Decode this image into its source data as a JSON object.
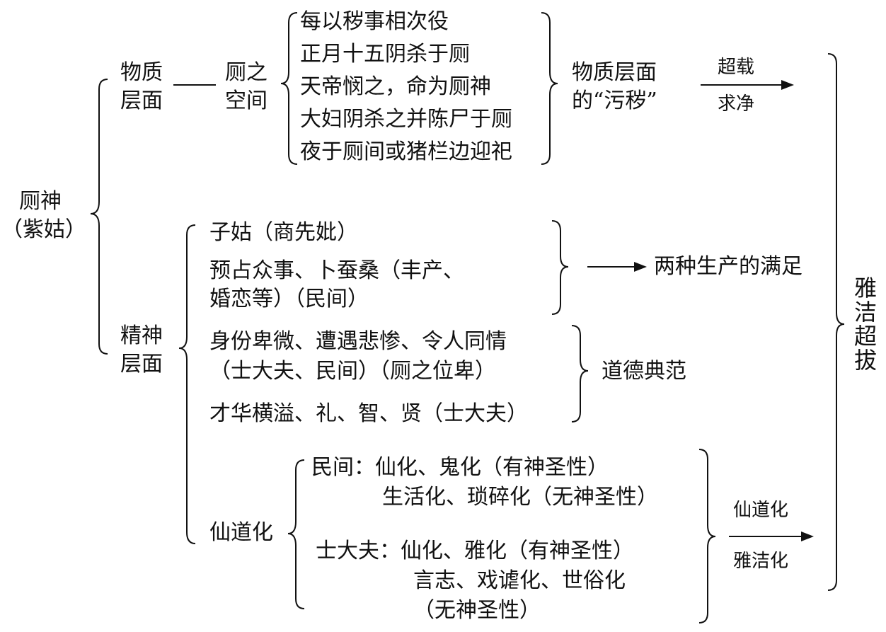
{
  "root": {
    "line1": "厕神",
    "line2": "（紫姑）"
  },
  "material": {
    "label1": "物质",
    "label2": "层面",
    "space1": "厕之",
    "space2": "空间",
    "items": [
      "每以秽事相次役",
      "正月十五阴杀于厕",
      "天帝悯之，命为厕神",
      "大妇阴杀之并陈尸于厕",
      "夜于厕间或猪栏边迎祀"
    ],
    "result1": "物质层面",
    "result2": "的“污秽”",
    "arrow_top": "超载",
    "arrow_bottom": "求净"
  },
  "spiritual": {
    "label1": "精神",
    "label2": "层面",
    "group1": {
      "items": [
        "子姑（商先妣）",
        "预占众事、卜蚕桑（丰产、",
        "婚恋等）（民间）"
      ],
      "result": "两种生产的满足"
    },
    "group2": {
      "items": [
        "身份卑微、遭遇悲惨、令人同情",
        "（士大夫、民间）（厕之位卑）",
        "才华横溢、礼、智、贤（士大夫）"
      ],
      "result": "道德典范"
    },
    "group3": {
      "label": "仙道化",
      "folk": [
        "民间：仙化、鬼化（有神圣性）",
        "生活化、琐碎化（无神圣性）"
      ],
      "literati": [
        "士大夫：仙化、雅化（有神圣性）",
        "言志、戏谑化、世俗化",
        "（无神圣性）"
      ],
      "arrow_top": "仙道化",
      "arrow_bottom": "雅洁化"
    }
  },
  "final": {
    "label": "雅洁超拔"
  }
}
